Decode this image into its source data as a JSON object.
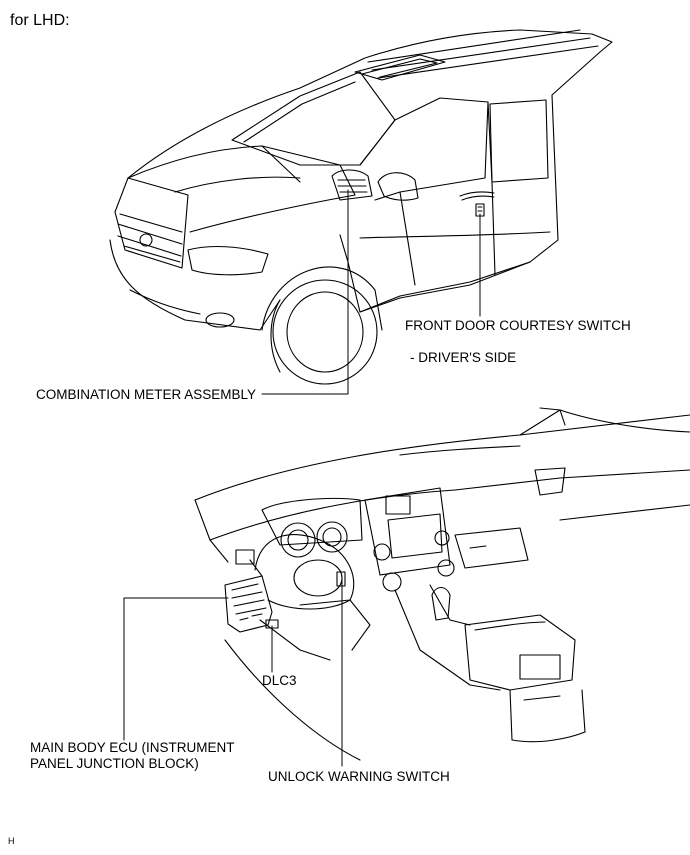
{
  "header": {
    "title": "for LHD:"
  },
  "labels": {
    "front_door_courtesy_switch": "FRONT DOOR COURTESY SWITCH",
    "drivers_side": "- DRIVER'S SIDE",
    "combination_meter_assembly": "COMBINATION METER ASSEMBLY",
    "dlc3": "DLC3",
    "main_body_ecu_line1": "MAIN BODY ECU (INSTRUMENT",
    "main_body_ecu_line2": "PANEL JUNCTION BLOCK)",
    "unlock_warning_switch": "UNLOCK WARNING SWITCH"
  },
  "footer": {
    "code": "H"
  }
}
